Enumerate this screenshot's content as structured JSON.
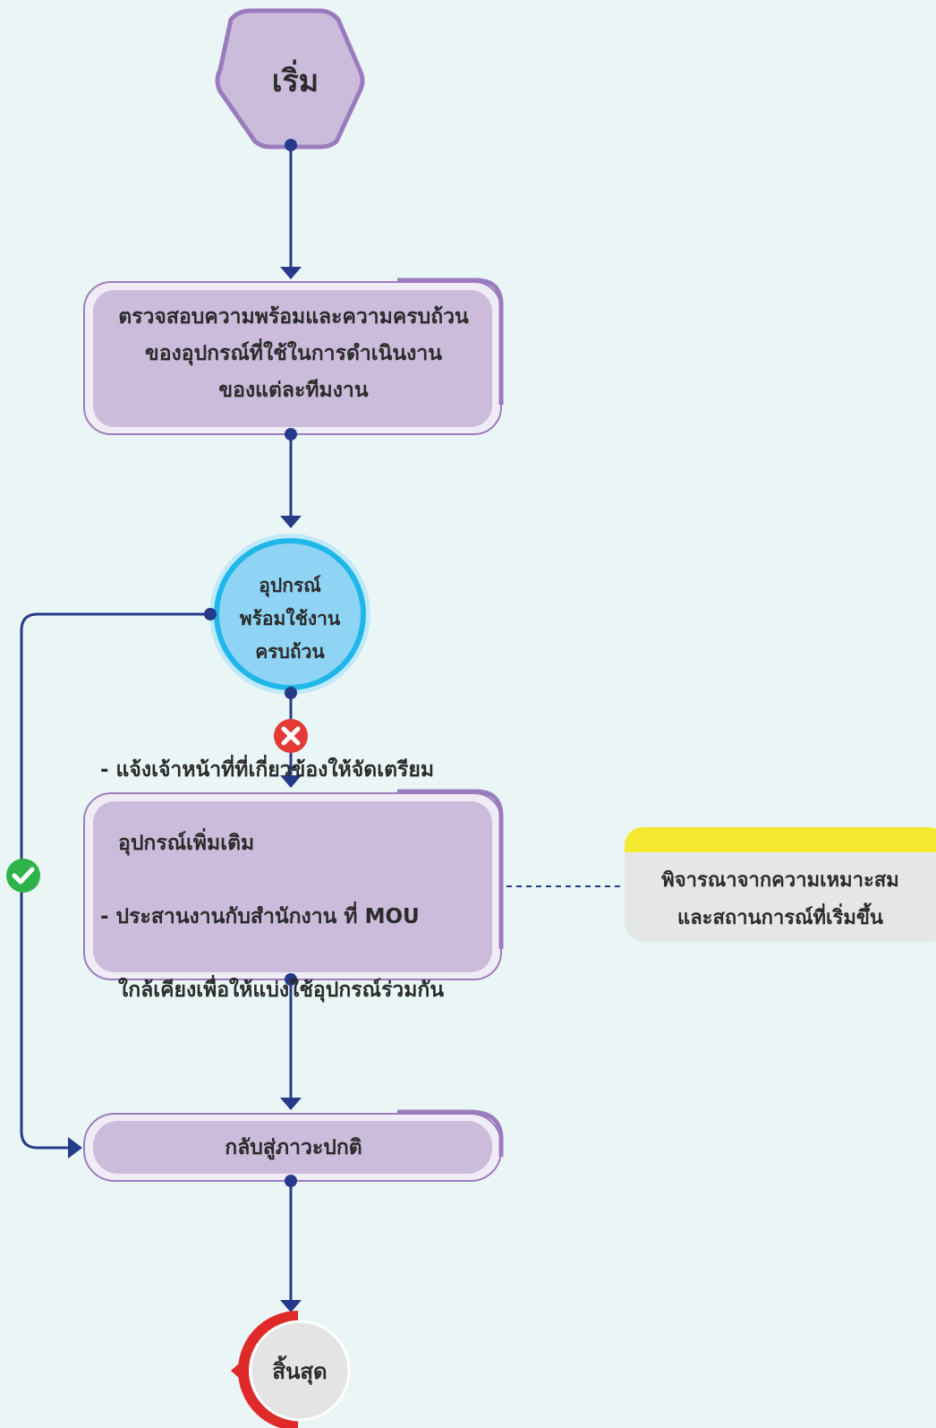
{
  "nodes": {
    "start": "เริ่ม",
    "check": "ตรวจสอบความพร้อมและความครบถ้วน\nของอุปกรณ์ที่ใช้ในการดำเนินงาน\nของแต่ละทีมงาน",
    "decision": "อุปกรณ์\nพร้อมใช้งาน\nครบถ้วน",
    "action_lines": [
      "- แจ้งเจ้าหน้าที่ที่เกี่ยวข้องให้จัดเตรียม",
      "อุปกรณ์เพิ่มเติม",
      "- ประสานงานกับสำนักงาน ที่ MOU",
      "ใกล้เคียงเพื่อให้แบ่งใช้อุปกรณ์ร่วมกัน"
    ],
    "normal": "กลับสู่ภาวะปกติ",
    "end": "สิ้นสุด"
  },
  "note": "พิจารณาจากความเหมาะสม\nและสถานการณ์ที่เริ่มขึ้น",
  "icons": {
    "no": "x-circle-icon",
    "yes": "check-circle-icon"
  },
  "colors": {
    "background": "#eaf6f6",
    "process_fill": "#cbbcdc",
    "process_border": "#9b7bbd",
    "decision_fill": "#8fd4f4",
    "decision_ring": "#1fb6ea",
    "connector": "#263a8a",
    "no_badge": "#e53935",
    "yes_badge": "#2eb34a",
    "note_header": "#f4e92e",
    "note_body": "#e4e6e8",
    "end_accent": "#e02a2a"
  }
}
